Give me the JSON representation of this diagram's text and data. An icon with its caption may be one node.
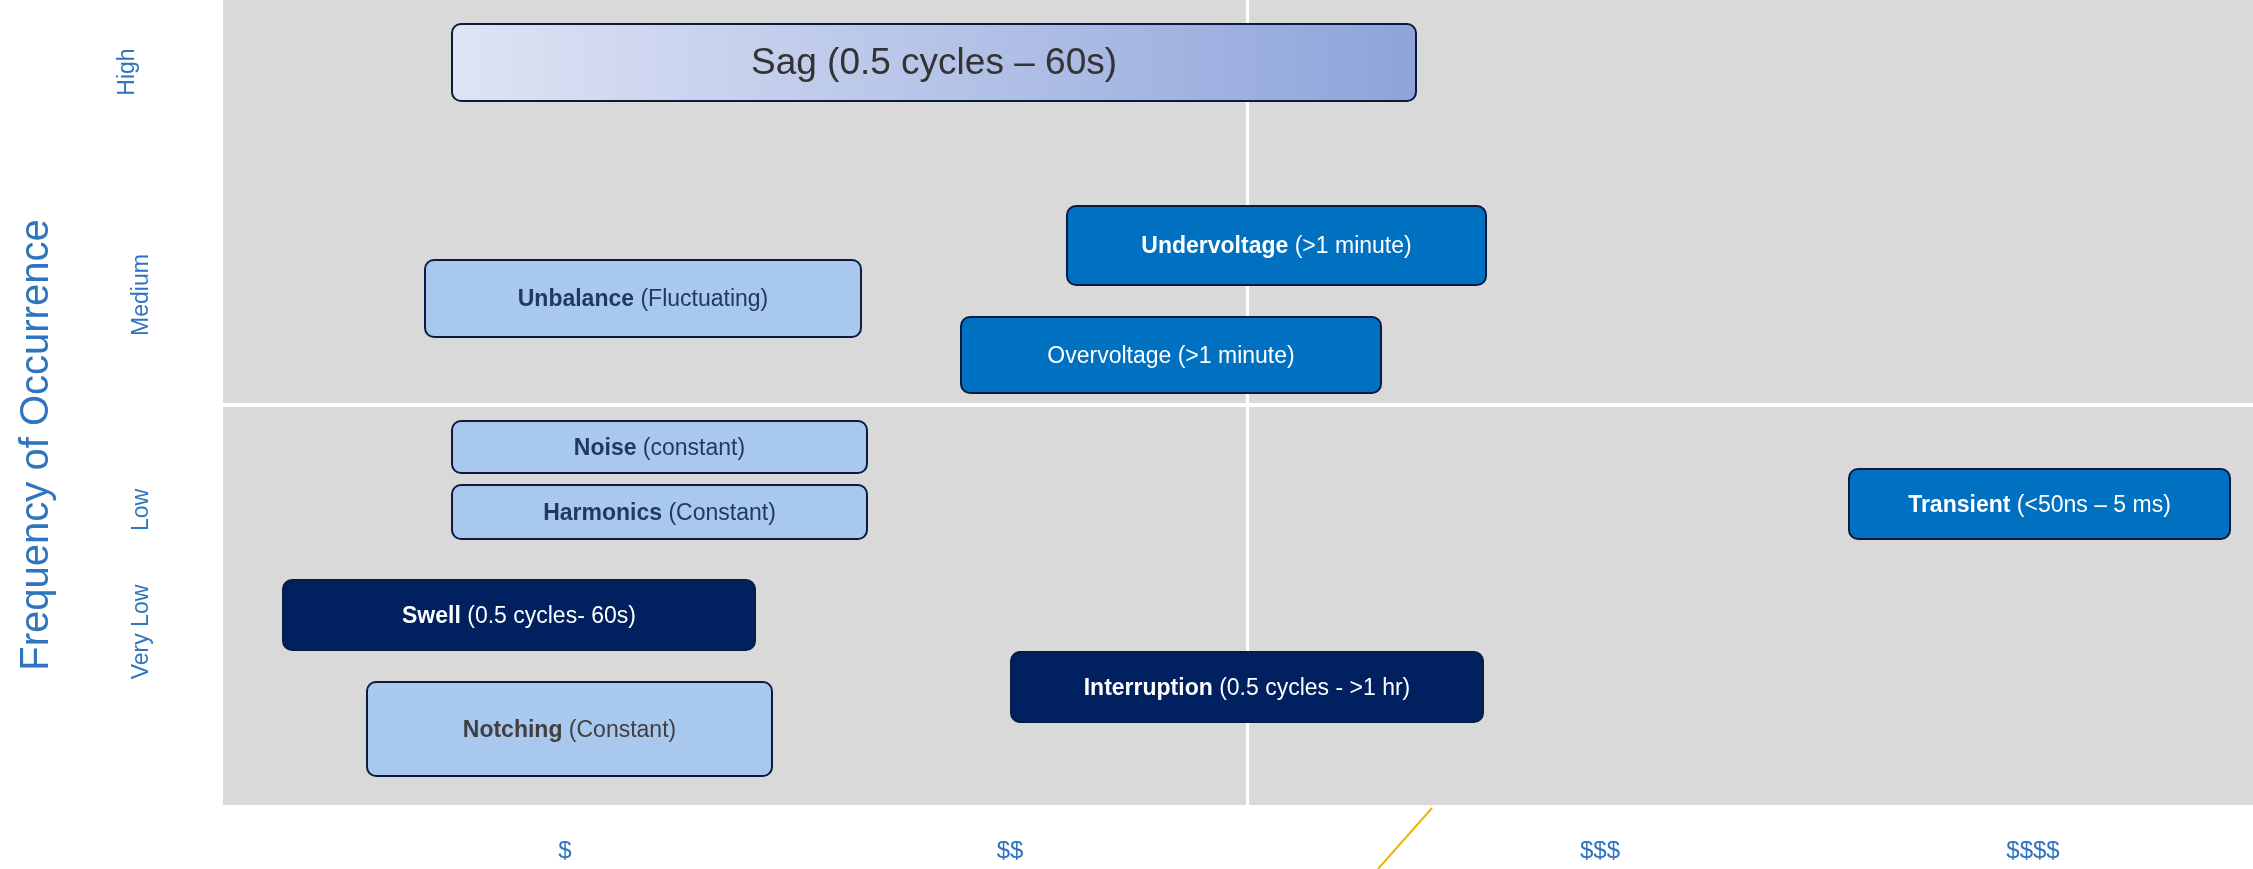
{
  "diagram": {
    "nodes": [
      {
        "text": [
          "Sag (0.5 cycles – 60s)"
        ]
      },
      {
        "text": [
          "**Undervoltage** (>1 minute)"
        ]
      },
      {
        "text": [
          "**Unbalance** (Fluctuating)"
        ]
      },
      {
        "text": [
          "Overvoltage (>1 minute)"
        ]
      },
      {
        "text": [
          "**Noise** (constant)"
        ]
      },
      {
        "text": [
          "**Harmonics** (Constant)"
        ]
      },
      {
        "text": [
          "**Transient** (<50ns – 5 ms)"
        ]
      },
      {
        "text": [
          "**Swell** (0.5 cycles- 60s)"
        ]
      },
      {
        "text": [
          "**Interruption** (0.5 cycles - >1 hr)"
        ]
      },
      {
        "text": [
          "**Notching** (Constant)"
        ]
      }
    ],
    "labels": [
      "High",
      "Medium",
      "Low",
      "Very Low",
      "Frequency of Occurrence",
      "$",
      "$$",
      "$$$",
      "$$$$"
    ]
  }
}
